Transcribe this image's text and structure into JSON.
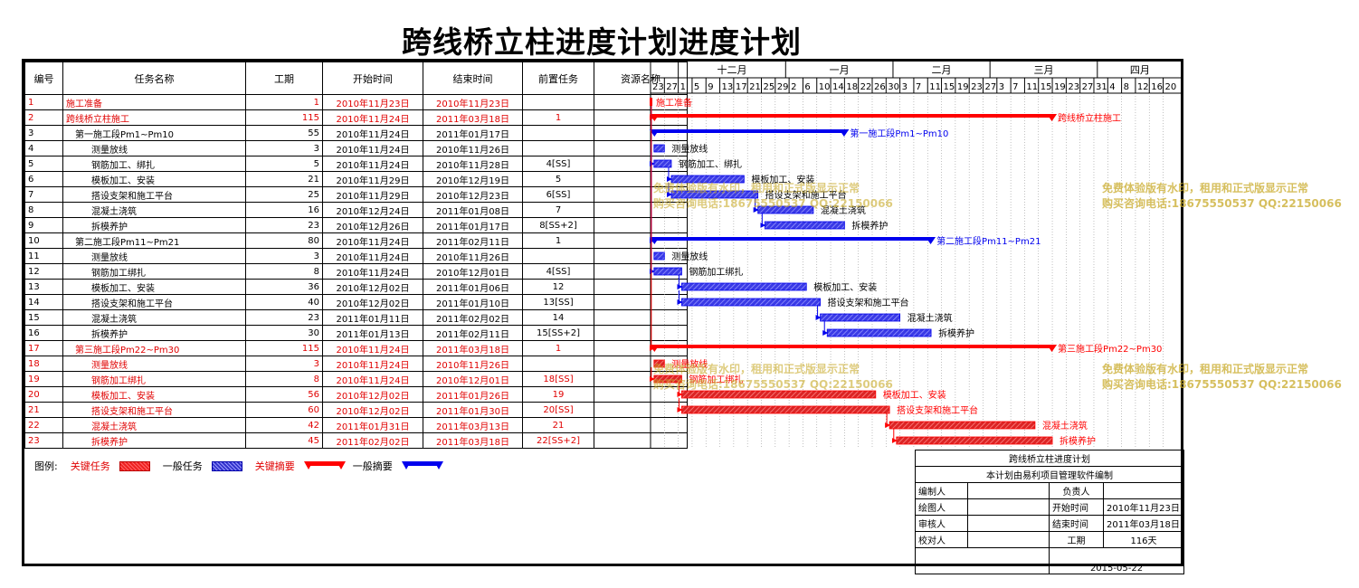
{
  "title": "跨线桥立柱进度计划进度计划",
  "table": {
    "headers": [
      "编号",
      "任务名称",
      "工期",
      "开始时间",
      "结束时间",
      "前置任务",
      "资源名称"
    ],
    "rows": [
      {
        "id": "1",
        "name": "施工准备",
        "indent": 0,
        "dur": "1",
        "start": "2010年11月23日",
        "end": "2010年11月23日",
        "pred": "",
        "crit": true
      },
      {
        "id": "2",
        "name": "跨线桥立柱施工",
        "indent": 0,
        "dur": "115",
        "start": "2010年11月24日",
        "end": "2011年03月18日",
        "pred": "1",
        "crit": true
      },
      {
        "id": "3",
        "name": "第一施工段Pm1~Pm10",
        "indent": 1,
        "dur": "55",
        "start": "2010年11月24日",
        "end": "2011年01月17日",
        "pred": "",
        "crit": false
      },
      {
        "id": "4",
        "name": "测量放线",
        "indent": 2,
        "dur": "3",
        "start": "2010年11月24日",
        "end": "2010年11月26日",
        "pred": "",
        "crit": false
      },
      {
        "id": "5",
        "name": "钢筋加工、绑扎",
        "indent": 2,
        "dur": "5",
        "start": "2010年11月24日",
        "end": "2010年11月28日",
        "pred": "4[SS]",
        "crit": false
      },
      {
        "id": "6",
        "name": "模板加工、安装",
        "indent": 2,
        "dur": "21",
        "start": "2010年11月29日",
        "end": "2010年12月19日",
        "pred": "5",
        "crit": false
      },
      {
        "id": "7",
        "name": "搭设支架和施工平台",
        "indent": 2,
        "dur": "25",
        "start": "2010年11月29日",
        "end": "2010年12月23日",
        "pred": "6[SS]",
        "crit": false
      },
      {
        "id": "8",
        "name": "混凝土浇筑",
        "indent": 2,
        "dur": "16",
        "start": "2010年12月24日",
        "end": "2011年01月08日",
        "pred": "7",
        "crit": false
      },
      {
        "id": "9",
        "name": "拆模养护",
        "indent": 2,
        "dur": "23",
        "start": "2010年12月26日",
        "end": "2011年01月17日",
        "pred": "8[SS+2]",
        "crit": false
      },
      {
        "id": "10",
        "name": "第二施工段Pm11~Pm21",
        "indent": 1,
        "dur": "80",
        "start": "2010年11月24日",
        "end": "2011年02月11日",
        "pred": "1",
        "crit": false
      },
      {
        "id": "11",
        "name": "测量放线",
        "indent": 2,
        "dur": "3",
        "start": "2010年11月24日",
        "end": "2010年11月26日",
        "pred": "",
        "crit": false
      },
      {
        "id": "12",
        "name": "钢筋加工绑扎",
        "indent": 2,
        "dur": "8",
        "start": "2010年11月24日",
        "end": "2010年12月01日",
        "pred": "4[SS]",
        "crit": false
      },
      {
        "id": "13",
        "name": "模板加工、安装",
        "indent": 2,
        "dur": "36",
        "start": "2010年12月02日",
        "end": "2011年01月06日",
        "pred": "12",
        "crit": false
      },
      {
        "id": "14",
        "name": "搭设支架和施工平台",
        "indent": 2,
        "dur": "40",
        "start": "2010年12月02日",
        "end": "2011年01月10日",
        "pred": "13[SS]",
        "crit": false
      },
      {
        "id": "15",
        "name": "混凝土浇筑",
        "indent": 2,
        "dur": "23",
        "start": "2011年01月11日",
        "end": "2011年02月02日",
        "pred": "14",
        "crit": false
      },
      {
        "id": "16",
        "name": "拆模养护",
        "indent": 2,
        "dur": "30",
        "start": "2011年01月13日",
        "end": "2011年02月11日",
        "pred": "15[SS+2]",
        "crit": false
      },
      {
        "id": "17",
        "name": "第三施工段Pm22~Pm30",
        "indent": 1,
        "dur": "115",
        "start": "2010年11月24日",
        "end": "2011年03月18日",
        "pred": "1",
        "crit": true
      },
      {
        "id": "18",
        "name": "测量放线",
        "indent": 2,
        "dur": "3",
        "start": "2010年11月24日",
        "end": "2010年11月26日",
        "pred": "",
        "crit": true
      },
      {
        "id": "19",
        "name": "钢筋加工绑扎",
        "indent": 2,
        "dur": "8",
        "start": "2010年11月24日",
        "end": "2010年12月01日",
        "pred": "18[SS]",
        "crit": true
      },
      {
        "id": "20",
        "name": "模板加工、安装",
        "indent": 2,
        "dur": "56",
        "start": "2010年12月02日",
        "end": "2011年01月26日",
        "pred": "19",
        "crit": true
      },
      {
        "id": "21",
        "name": "搭设支架和施工平台",
        "indent": 2,
        "dur": "60",
        "start": "2010年12月02日",
        "end": "2011年01月30日",
        "pred": "20[SS]",
        "crit": true
      },
      {
        "id": "22",
        "name": "混凝土浇筑",
        "indent": 2,
        "dur": "42",
        "start": "2011年01月31日",
        "end": "2011年03月13日",
        "pred": "21",
        "crit": true
      },
      {
        "id": "23",
        "name": "拆模养护",
        "indent": 2,
        "dur": "45",
        "start": "2011年02月02日",
        "end": "2011年03月18日",
        "pred": "22[SS+2]",
        "crit": true
      }
    ]
  },
  "chart_data": {
    "type": "gantt",
    "months": [
      {
        "label": "十二月",
        "start": "2010-12-01"
      },
      {
        "label": "一月",
        "start": "2011-01-01"
      },
      {
        "label": "二月",
        "start": "2011-02-01"
      },
      {
        "label": "三月",
        "start": "2011-03-01"
      },
      {
        "label": "四月",
        "start": "2011-04-01"
      }
    ],
    "ticks": [
      {
        "label": "23",
        "date": "2010-11-23"
      },
      {
        "label": "27",
        "date": "2010-11-27"
      },
      {
        "label": "1",
        "date": "2010-12-01"
      },
      {
        "label": "5",
        "date": "2010-12-05"
      },
      {
        "label": "9",
        "date": "2010-12-09"
      },
      {
        "label": "13",
        "date": "2010-12-13"
      },
      {
        "label": "17",
        "date": "2010-12-17"
      },
      {
        "label": "21",
        "date": "2010-12-21"
      },
      {
        "label": "25",
        "date": "2010-12-25"
      },
      {
        "label": "29",
        "date": "2010-12-29"
      },
      {
        "label": "2",
        "date": "2011-01-02"
      },
      {
        "label": "6",
        "date": "2011-01-06"
      },
      {
        "label": "10",
        "date": "2011-01-10"
      },
      {
        "label": "14",
        "date": "2011-01-14"
      },
      {
        "label": "18",
        "date": "2011-01-18"
      },
      {
        "label": "22",
        "date": "2011-01-22"
      },
      {
        "label": "26",
        "date": "2011-01-26"
      },
      {
        "label": "30",
        "date": "2011-01-30"
      },
      {
        "label": "3",
        "date": "2011-02-03"
      },
      {
        "label": "7",
        "date": "2011-02-07"
      },
      {
        "label": "11",
        "date": "2011-02-11"
      },
      {
        "label": "15",
        "date": "2011-02-15"
      },
      {
        "label": "19",
        "date": "2011-02-19"
      },
      {
        "label": "23",
        "date": "2011-02-23"
      },
      {
        "label": "27",
        "date": "2011-02-27"
      },
      {
        "label": "3",
        "date": "2011-03-03"
      },
      {
        "label": "7",
        "date": "2011-03-07"
      },
      {
        "label": "11",
        "date": "2011-03-11"
      },
      {
        "label": "15",
        "date": "2011-03-15"
      },
      {
        "label": "19",
        "date": "2011-03-19"
      },
      {
        "label": "23",
        "date": "2011-03-23"
      },
      {
        "label": "27",
        "date": "2011-03-27"
      },
      {
        "label": "31",
        "date": "2011-03-31"
      },
      {
        "label": "4",
        "date": "2011-04-04"
      },
      {
        "label": "8",
        "date": "2011-04-08"
      },
      {
        "label": "12",
        "date": "2011-04-12"
      },
      {
        "label": "16",
        "date": "2011-04-16"
      },
      {
        "label": "20",
        "date": "2011-04-20"
      }
    ],
    "tasks": [
      {
        "id": 1,
        "name": "施工准备",
        "start": "2010-11-23",
        "end": "2010-11-23",
        "kind": "milestone",
        "critical": true
      },
      {
        "id": 2,
        "name": "跨线桥立柱施工",
        "start": "2010-11-24",
        "end": "2011-03-18",
        "kind": "summary",
        "critical": true
      },
      {
        "id": 3,
        "name": "第一施工段Pm1~Pm10",
        "start": "2010-11-24",
        "end": "2011-01-17",
        "kind": "summary",
        "critical": false
      },
      {
        "id": 4,
        "name": "测量放线",
        "start": "2010-11-24",
        "end": "2010-11-26",
        "kind": "task",
        "critical": false
      },
      {
        "id": 5,
        "name": "钢筋加工、绑扎",
        "start": "2010-11-24",
        "end": "2010-11-28",
        "kind": "task",
        "critical": false
      },
      {
        "id": 6,
        "name": "模板加工、安装",
        "start": "2010-11-29",
        "end": "2010-12-19",
        "kind": "task",
        "critical": false
      },
      {
        "id": 7,
        "name": "搭设支架和施工平台",
        "start": "2010-11-29",
        "end": "2010-12-23",
        "kind": "task",
        "critical": false
      },
      {
        "id": 8,
        "name": "混凝土浇筑",
        "start": "2010-12-24",
        "end": "2011-01-08",
        "kind": "task",
        "critical": false
      },
      {
        "id": 9,
        "name": "拆模养护",
        "start": "2010-12-26",
        "end": "2011-01-17",
        "kind": "task",
        "critical": false
      },
      {
        "id": 10,
        "name": "第二施工段Pm11~Pm21",
        "start": "2010-11-24",
        "end": "2011-02-11",
        "kind": "summary",
        "critical": false
      },
      {
        "id": 11,
        "name": "测量放线",
        "start": "2010-11-24",
        "end": "2010-11-26",
        "kind": "task",
        "critical": false
      },
      {
        "id": 12,
        "name": "钢筋加工绑扎",
        "start": "2010-11-24",
        "end": "2010-12-01",
        "kind": "task",
        "critical": false
      },
      {
        "id": 13,
        "name": "模板加工、安装",
        "start": "2010-12-02",
        "end": "2011-01-06",
        "kind": "task",
        "critical": false
      },
      {
        "id": 14,
        "name": "搭设支架和施工平台",
        "start": "2010-12-02",
        "end": "2011-01-10",
        "kind": "task",
        "critical": false
      },
      {
        "id": 15,
        "name": "混凝土浇筑",
        "start": "2011-01-11",
        "end": "2011-02-02",
        "kind": "task",
        "critical": false
      },
      {
        "id": 16,
        "name": "拆模养护",
        "start": "2011-01-13",
        "end": "2011-02-11",
        "kind": "task",
        "critical": false
      },
      {
        "id": 17,
        "name": "第三施工段Pm22~Pm30",
        "start": "2010-11-24",
        "end": "2011-03-18",
        "kind": "summary",
        "critical": true
      },
      {
        "id": 18,
        "name": "测量放线",
        "start": "2010-11-24",
        "end": "2010-11-26",
        "kind": "task",
        "critical": true
      },
      {
        "id": 19,
        "name": "钢筋加工绑扎",
        "start": "2010-11-24",
        "end": "2010-12-01",
        "kind": "task",
        "critical": true
      },
      {
        "id": 20,
        "name": "模板加工、安装",
        "start": "2010-12-02",
        "end": "2011-01-26",
        "kind": "task",
        "critical": true
      },
      {
        "id": 21,
        "name": "搭设支架和施工平台",
        "start": "2010-12-02",
        "end": "2011-01-30",
        "kind": "task",
        "critical": true
      },
      {
        "id": 22,
        "name": "混凝土浇筑",
        "start": "2011-01-31",
        "end": "2011-03-13",
        "kind": "task",
        "critical": true
      },
      {
        "id": 23,
        "name": "拆模养护",
        "start": "2011-02-02",
        "end": "2011-03-18",
        "kind": "task",
        "critical": true
      }
    ],
    "colors": {
      "critical": "#ff0000",
      "normal": "#0000ee",
      "critical_fill": "#e03030",
      "normal_fill": "#4444ee"
    }
  },
  "legend": {
    "label": "图例:",
    "items": [
      {
        "label": "关键任务",
        "kind": "task-critical"
      },
      {
        "label": "一般任务",
        "kind": "task-normal"
      },
      {
        "label": "关键摘要",
        "kind": "summary-critical"
      },
      {
        "label": "一般摘要",
        "kind": "summary-normal"
      }
    ]
  },
  "info": {
    "title": "跨线桥立柱进度计划",
    "subtitle": "本计划由易利项目管理软件编制",
    "bianzhi": "编制人",
    "fuzeren": "负责人",
    "huitu": "绘图人",
    "start_label": "开始时间",
    "start_value": "2010年11月23日",
    "shenhe": "审核人",
    "end_label": "结束时间",
    "end_value": "2011年03月18日",
    "jiaodui": "校对人",
    "dur_label": "工期",
    "dur_value": "116天",
    "date": "2015-05-22"
  },
  "watermark": {
    "line1": "免费体验版有水印，租用和正式版显示正常",
    "line2": "购买咨询电话:18675550537 QQ:22150066"
  }
}
